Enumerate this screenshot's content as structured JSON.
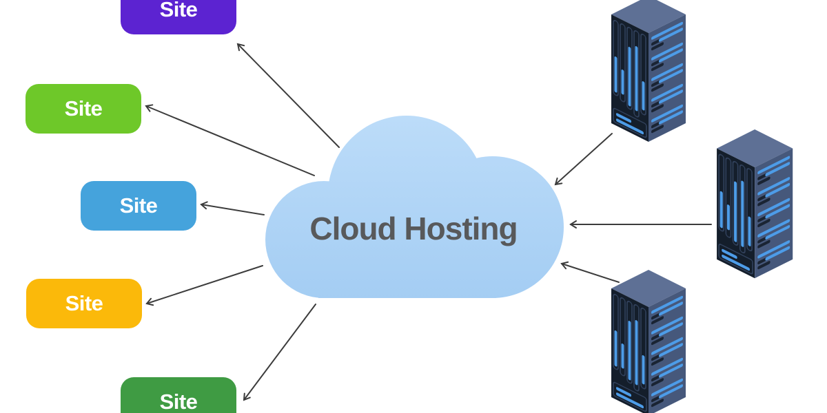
{
  "cloud": {
    "label": "Cloud Hosting",
    "label_color": "#58595b",
    "fill_top": "#bcdcf9",
    "fill_bottom": "#a4cdf3"
  },
  "sites": [
    {
      "label": "Site",
      "color": "#5c23d1"
    },
    {
      "label": "Site",
      "color": "#6ec829"
    },
    {
      "label": "Site",
      "color": "#45a3dc"
    },
    {
      "label": "Site",
      "color": "#fbb90a"
    },
    {
      "label": "Site",
      "color": "#3f9b43"
    }
  ],
  "servers": [
    {
      "icon": "server-rack-icon",
      "position": "top-right"
    },
    {
      "icon": "server-rack-icon",
      "position": "middle-right"
    },
    {
      "icon": "server-rack-icon",
      "position": "bottom-right"
    }
  ],
  "connections": {
    "arrow_color": "#3c3c3c",
    "cloud_to_sites_count": 5,
    "servers_to_cloud_count": 3
  }
}
